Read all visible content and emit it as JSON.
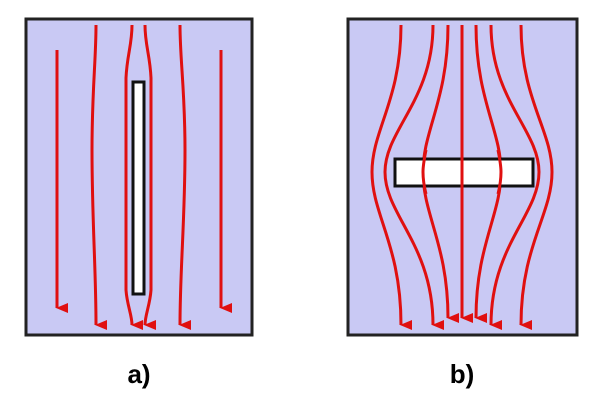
{
  "panels": [
    {
      "id": "a",
      "caption": "a)"
    },
    {
      "id": "b",
      "caption": "b)"
    }
  ],
  "colors": {
    "background": "#c9c9f4",
    "field_line": "#e01010",
    "plate_fill": "#ffffff",
    "outline": "#222222"
  }
}
